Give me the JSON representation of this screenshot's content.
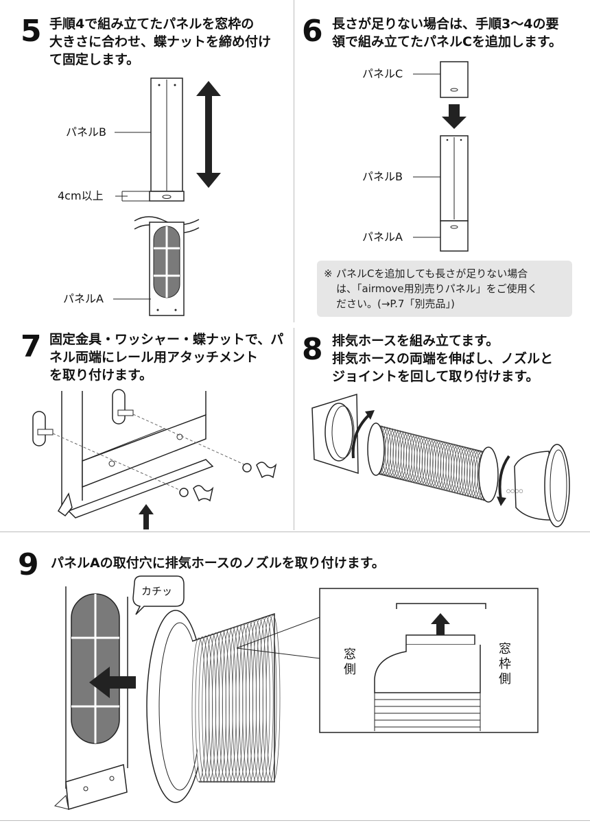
{
  "steps": {
    "s5": {
      "num": "5",
      "line1": "手順4で組み立てたパネルを窓枠の",
      "line2": "大きさに合わせ、蝶ナットを締め付け",
      "line3": "て固定します。"
    },
    "s6": {
      "num": "6",
      "line1": "長さが足りない場合は、手順3〜4の要",
      "line2": "領で組み立てたパネルCを追加します。"
    },
    "s7": {
      "num": "7",
      "line1": "固定金具・ワッシャー・蝶ナットで、パ",
      "line2": "ネル両端にレール用アタッチメント",
      "line3": "を取り付けます。"
    },
    "s8": {
      "num": "8",
      "line1": "排気ホースを組み立てます。",
      "line2": "排気ホースの両端を伸ばし、ノズルと",
      "line3": "ジョイントを回して取り付けます。"
    },
    "s9": {
      "num": "9",
      "line1": "パネルAの取付穴に排気ホースのノズルを取り付けます。"
    }
  },
  "labels": {
    "panel_b_5": "パネルB",
    "min_4cm": "4cm以上",
    "panel_a_5": "パネルA",
    "panel_c_6": "パネルC",
    "panel_b_6": "パネルB",
    "panel_a_6": "パネルA",
    "click": "カチッ",
    "window_side": "窓側",
    "frame_side": "窓枠側"
  },
  "note": {
    "mark": "※",
    "line1": "パネルCを追加しても長さが足りない場合",
    "line2": "は、「airmove用別売りパネル」をご使用く",
    "line3": "ださい。(→P.7「別売品」)"
  },
  "colors": {
    "grid_fill": "#7a7a7a",
    "note_bg": "#e6e6e6",
    "divider": "#bbbbbb"
  }
}
